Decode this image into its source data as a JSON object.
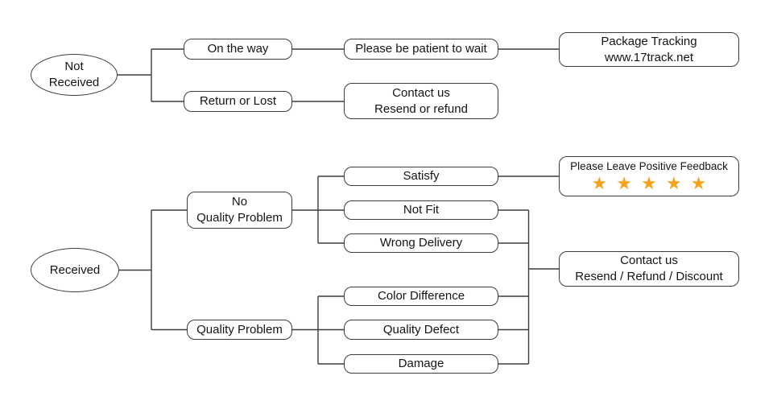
{
  "diagram": {
    "colors": {
      "line": "#3d3d3d",
      "border": "#3d3d3d",
      "star": "#F9A11B",
      "background": "#ffffff",
      "text": "#141414"
    },
    "nodes": {
      "not_received": {
        "line1": "Not",
        "line2": "Received"
      },
      "received": {
        "label": "Received"
      },
      "on_the_way": {
        "label": "On the way"
      },
      "return_or_lost": {
        "label": "Return or Lost"
      },
      "please_wait": {
        "label": "Please be patient to wait"
      },
      "contact_top": {
        "line1": "Contact us",
        "line2": "Resend or refund"
      },
      "package_tracking": {
        "line1": "Package Tracking",
        "line2": "www.17track.net"
      },
      "no_quality_problem": {
        "line1": "No",
        "line2": "Quality Problem"
      },
      "quality_problem": {
        "label": "Quality Problem"
      },
      "satisfy": {
        "label": "Satisfy"
      },
      "not_fit": {
        "label": "Not Fit"
      },
      "wrong_delivery": {
        "label": "Wrong Delivery"
      },
      "color_difference": {
        "label": "Color Difference"
      },
      "quality_defect": {
        "label": "Quality Defect"
      },
      "damage": {
        "label": "Damage"
      },
      "feedback": {
        "label": "Please Leave Positive Feedback",
        "stars": "★ ★ ★ ★ ★",
        "star_count": 5
      },
      "contact_bottom": {
        "line1": "Contact us",
        "line2": "Resend / Refund / Discount"
      }
    },
    "edges": [
      {
        "from": "Not Received",
        "to": "On the way"
      },
      {
        "from": "Not Received",
        "to": "Return or Lost"
      },
      {
        "from": "On the way",
        "to": "Please be patient to wait"
      },
      {
        "from": "Please be patient to wait",
        "to": "Package Tracking www.17track.net"
      },
      {
        "from": "Return or Lost",
        "to": "Contact us Resend or refund"
      },
      {
        "from": "Received",
        "to": "No Quality Problem"
      },
      {
        "from": "Received",
        "to": "Quality Problem"
      },
      {
        "from": "No Quality Problem",
        "to": "Satisfy"
      },
      {
        "from": "No Quality Problem",
        "to": "Not Fit"
      },
      {
        "from": "No Quality Problem",
        "to": "Wrong Delivery"
      },
      {
        "from": "Satisfy",
        "to": "Please Leave Positive Feedback"
      },
      {
        "from": "Quality Problem",
        "to": "Color Difference"
      },
      {
        "from": "Quality Problem",
        "to": "Quality Defect"
      },
      {
        "from": "Quality Problem",
        "to": "Damage"
      },
      {
        "from": "Not Fit",
        "to": "Contact us Resend / Refund / Discount"
      },
      {
        "from": "Wrong Delivery",
        "to": "Contact us Resend / Refund / Discount"
      },
      {
        "from": "Color Difference",
        "to": "Contact us Resend / Refund / Discount"
      },
      {
        "from": "Quality Defect",
        "to": "Contact us Resend / Refund / Discount"
      },
      {
        "from": "Damage",
        "to": "Contact us Resend / Refund / Discount"
      }
    ]
  }
}
